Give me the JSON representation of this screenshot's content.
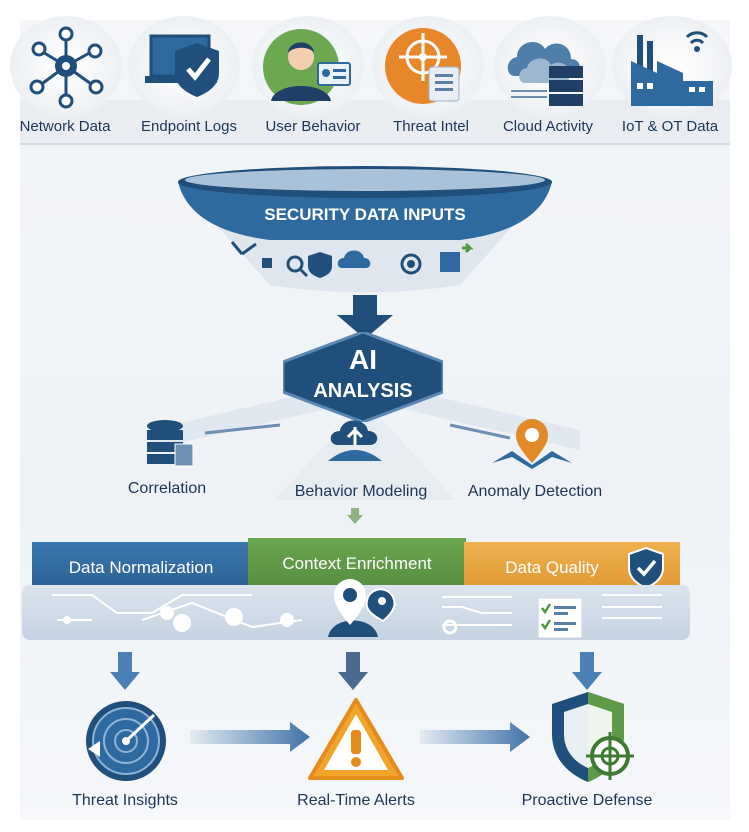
{
  "sources": [
    {
      "label": "Network Data",
      "icon": "network-icon"
    },
    {
      "label": "Endpoint Logs",
      "icon": "laptop-shield-icon"
    },
    {
      "label": "User Behavior",
      "icon": "user-id-icon"
    },
    {
      "label": "Threat Intel",
      "icon": "target-document-icon"
    },
    {
      "label": "Cloud Activity",
      "icon": "cloud-server-icon"
    },
    {
      "label": "IoT & OT Data",
      "icon": "factory-wifi-icon"
    }
  ],
  "funnel": {
    "title": "SECURITY DATA INPUTS"
  },
  "ai": {
    "line1": "AI",
    "line2": "ANALYSIS"
  },
  "analysis": [
    {
      "label": "Correlation",
      "icon": "database-icon"
    },
    {
      "label": "Behavior Modeling",
      "icon": "cloud-network-icon"
    },
    {
      "label": "Anomaly Detection",
      "icon": "map-pin-icon"
    }
  ],
  "processing": [
    {
      "label": "Data Normalization",
      "color": "#2f6a9f"
    },
    {
      "label": "Context Enrichment",
      "color": "#5e9a48"
    },
    {
      "label": "Data Quality",
      "color": "#e4a03c"
    }
  ],
  "outcomes": [
    {
      "label": "Threat Insights",
      "icon": "radar-icon"
    },
    {
      "label": "Real-Time Alerts",
      "icon": "warning-icon"
    },
    {
      "label": "Proactive Defense",
      "icon": "shield-target-icon"
    }
  ]
}
